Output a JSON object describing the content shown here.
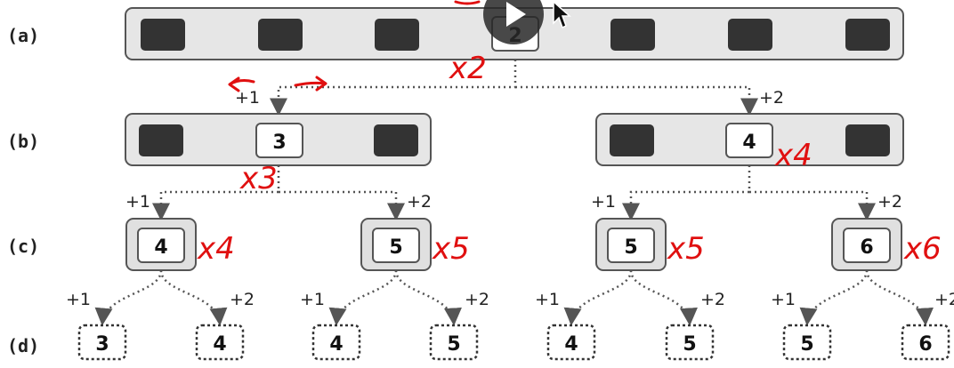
{
  "rows": {
    "a": "(a)",
    "b": "(b)",
    "c": "(c)",
    "d": "(d)"
  },
  "level_a": {
    "selected_value": "2"
  },
  "level_b": {
    "left_value": "3",
    "right_value": "4"
  },
  "level_c": {
    "values": [
      "4",
      "5",
      "5",
      "6"
    ]
  },
  "level_d": {
    "values": [
      "3",
      "4",
      "4",
      "5",
      "4",
      "5",
      "5",
      "6"
    ]
  },
  "edge_labels": {
    "plus1": "+1",
    "plus2": "+2"
  },
  "annotations": {
    "a_mult": "x2",
    "b_left_mult": "x3",
    "b_right_mult": "x4",
    "c_mults": [
      "x4",
      "x5",
      "x5",
      "x6"
    ]
  },
  "colors": {
    "annotation": "#e01010",
    "slot_dark": "#333333",
    "bar_fill": "#e6e6e6"
  },
  "icons": {
    "play": "play-icon",
    "cursor": "mouse-cursor-icon"
  }
}
